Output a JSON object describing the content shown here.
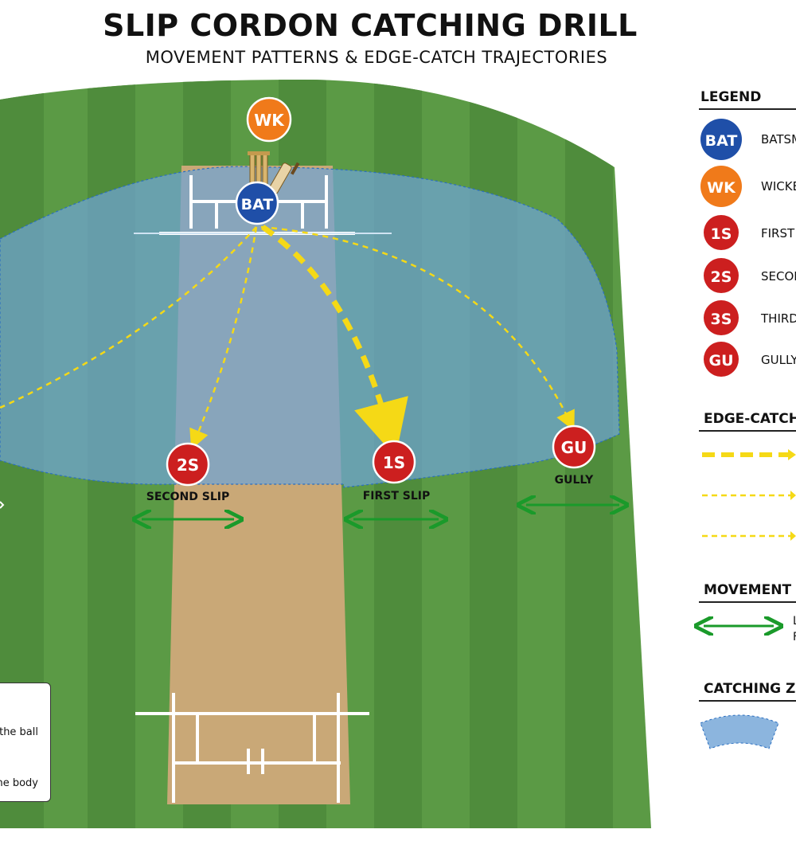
{
  "title": "SLIP CORDON CATCHING DRILL",
  "subtitle": "MOVEMENT PATTERNS & EDGE-CATCH TRAJECTORIES",
  "field": {
    "players": {
      "wk": "WK",
      "bat": "BAT",
      "second_slip": "2S",
      "first_slip": "1S",
      "gully": "GU"
    },
    "labels": {
      "second_slip": "SECOND SLIP",
      "first_slip": "FIRST SLIP",
      "gully": "GULLY"
    },
    "note_lines": [
      "n the ball",
      "he body"
    ]
  },
  "legend": {
    "heading": "LEGEND",
    "items": [
      {
        "badge": "BAT",
        "label": "BATSM",
        "color": "#1f4fa8"
      },
      {
        "badge": "WK",
        "label": "WICKE",
        "color": "#f07a1a"
      },
      {
        "badge": "1S",
        "label": "FIRST",
        "color": "#cc1f1f"
      },
      {
        "badge": "2S",
        "label": "SECON",
        "color": "#cc1f1f"
      },
      {
        "badge": "3S",
        "label": "THIRD",
        "color": "#cc1f1f"
      },
      {
        "badge": "GU",
        "label": "GULLY",
        "color": "#cc1f1f"
      }
    ],
    "edge_heading": "EDGE-CATCH T",
    "movement_heading": "MOVEMENT (SH",
    "movement_text": [
      "L",
      "F"
    ],
    "zone_heading": "CATCHING ZON"
  },
  "colors": {
    "grass_light": "#5b9a45",
    "grass_dark": "#4f8c3c",
    "pitch": "#c9a877",
    "zone": "#6fa3d6",
    "trajectory": "#f5d916",
    "movement": "#1a9a2a",
    "fielder": "#cc1f1f",
    "batsman": "#1f4fa8",
    "keeper": "#f07a1a"
  }
}
